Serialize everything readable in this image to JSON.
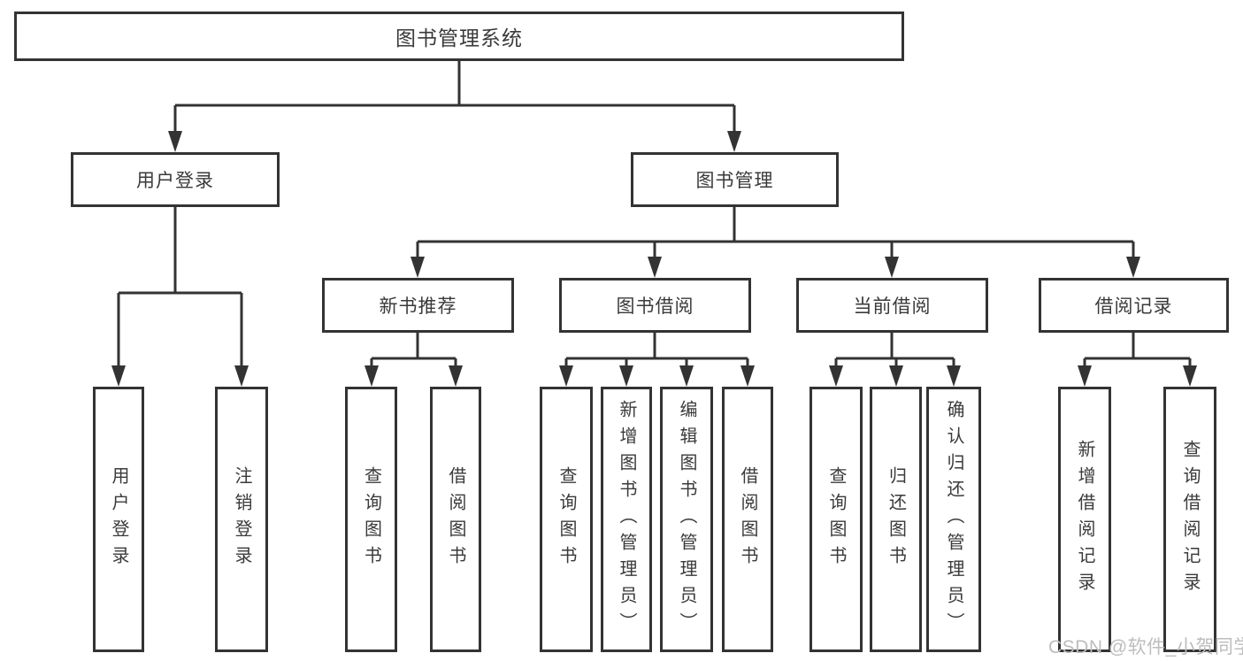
{
  "colors": {
    "line": "#333333",
    "box_border": "#333333",
    "text": "#3a3a3a",
    "background": "#ffffff",
    "watermark": "#bdbdbd"
  },
  "tree": {
    "root": "图书管理系统",
    "branches": [
      {
        "label": "用户登录",
        "children": [
          "用户登录",
          "注销登录"
        ]
      },
      {
        "label": "图书管理",
        "groups": [
          {
            "label": "新书推荐",
            "children": [
              "查询图书",
              "借阅图书"
            ]
          },
          {
            "label": "图书借阅",
            "children": [
              "查询图书",
              "新增图书（管理员）",
              "编辑图书（管理员）",
              "借阅图书"
            ]
          },
          {
            "label": "当前借阅",
            "children": [
              "查询图书",
              "归还图书",
              "确认归还（管理员）"
            ]
          },
          {
            "label": "借阅记录",
            "children": [
              "新增借阅记录",
              "查询借阅记录"
            ]
          }
        ]
      }
    ]
  },
  "watermark": "CSDN @软件_小贺同学"
}
